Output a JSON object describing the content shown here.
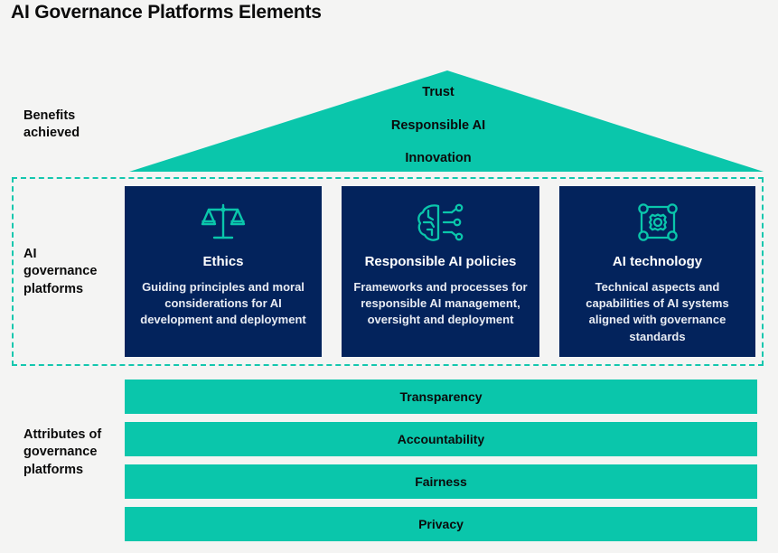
{
  "title": "AI Governance Platforms Elements",
  "colors": {
    "background": "#f4f4f3",
    "teal": "#0ac6ab",
    "teal_border": "#14c7ae",
    "navy": "#03235c",
    "text_dark": "#0b0b0b",
    "card_text": "#ffffff"
  },
  "rows": {
    "benefits": {
      "label": "Benefits\nachieved",
      "label_line1": "Benefits",
      "label_line2": "achieved",
      "items": [
        "Trust",
        "Responsible AI",
        "Innovation"
      ]
    },
    "platforms": {
      "label_line1": "AI",
      "label_line2": "governance",
      "label_line3": "platforms",
      "cards": [
        {
          "icon": "scales-of-justice-icon",
          "title": "Ethics",
          "description": "Guiding principles and moral considerations for AI development and deployment"
        },
        {
          "icon": "ai-brain-circuit-icon",
          "title": "Responsible AI policies",
          "description": "Frameworks and processes for responsible AI management, oversight and deployment"
        },
        {
          "icon": "gear-network-icon",
          "title": "AI technology",
          "description": "Technical aspects and capabilities of AI systems aligned with governance standards"
        }
      ]
    },
    "attributes": {
      "label_line1": "Attributes of",
      "label_line2": "governance",
      "label_line3": "platforms",
      "bars": [
        "Transparency",
        "Accountability",
        "Fairness",
        "Privacy"
      ]
    }
  }
}
